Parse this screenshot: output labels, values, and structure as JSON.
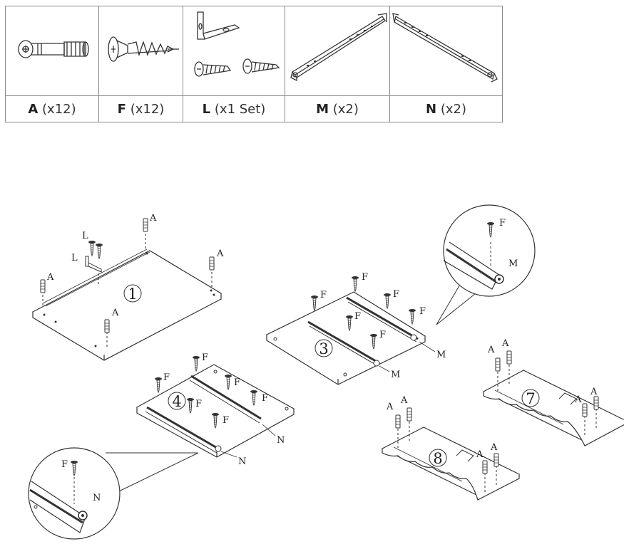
{
  "parts": [
    {
      "letter": "A",
      "qty": "(x12)",
      "icon": "cam-dowel-icon"
    },
    {
      "letter": "F",
      "qty": "(x12)",
      "icon": "wood-screw-icon"
    },
    {
      "letter": "L",
      "qty": "(x1 Set)",
      "icon": "l-bracket-set-icon"
    },
    {
      "letter": "M",
      "qty": "(x2)",
      "icon": "drawer-rail-m-icon"
    },
    {
      "letter": "N",
      "qty": "(x2)",
      "icon": "drawer-rail-n-icon"
    }
  ],
  "steps": {
    "s1": "1",
    "s3": "3",
    "s4": "4",
    "s7": "7",
    "s8": "8"
  },
  "labels": {
    "A": "A",
    "F": "F",
    "L": "L",
    "M": "M",
    "N": "N"
  }
}
